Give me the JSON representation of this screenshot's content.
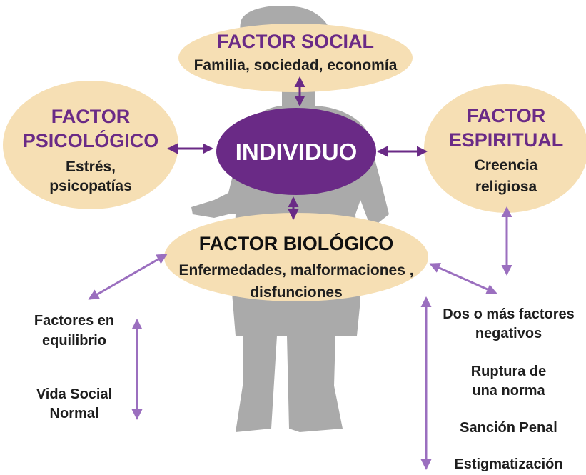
{
  "colors": {
    "ellipse_fill": "#f6dfb4",
    "center_fill": "#6a2a86",
    "arrow": "#9b6fbf",
    "title_text": "#6a2a86",
    "body_text": "#1e1e1e",
    "silhouette": "#aaaaaa"
  },
  "background": {
    "name": "person-silhouette"
  },
  "center": {
    "label": "INDIVIDUO"
  },
  "social": {
    "title": "FACTOR SOCIAL",
    "subtitle": "Familia, sociedad, economía"
  },
  "psicologico": {
    "title_line1": "FACTOR",
    "title_line2": "PSICOLÓGICO",
    "subtitle_line1": "Estrés,",
    "subtitle_line2": "psicopatías"
  },
  "espiritual": {
    "title_line1": "FACTOR",
    "title_line2": "ESPIRITUAL",
    "subtitle_line1": "Creencia",
    "subtitle_line2": "religiosa"
  },
  "biologico": {
    "title": "FACTOR BIOLÓGICO",
    "subtitle_line1": "Enfermedades, malformaciones ,",
    "subtitle_line2": "disfunciones"
  },
  "left_outcome": {
    "item1_line1": "Factores en",
    "item1_line2": "equilibrio",
    "item2_line1": "Vida Social",
    "item2_line2": "Normal"
  },
  "right_outcome": {
    "item1_line1": "Dos o más factores",
    "item1_line2": "negativos",
    "item2_line1": "Ruptura de",
    "item2_line2": "una norma",
    "item3": "Sanción Penal",
    "item4": "Estigmatización"
  }
}
